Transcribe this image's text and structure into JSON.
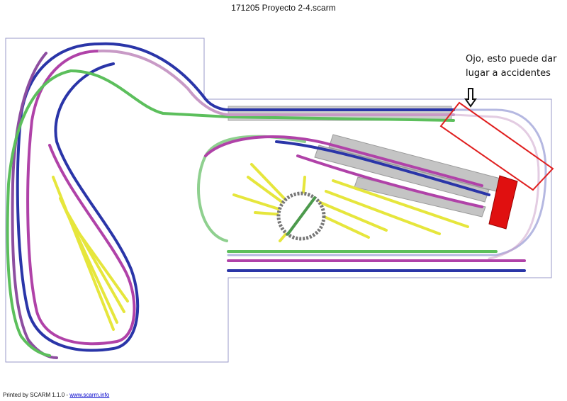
{
  "title": "171205 Proyecto 2-4.scarm",
  "annotation": {
    "line1": "Ojo, esto puede dar",
    "line2": "lugar a accidentes"
  },
  "footer": {
    "prefix": "Printed by SCARM 1.1.0 - ",
    "link": "www.scarm.info"
  },
  "colors": {
    "blue_track": "#2a35a8",
    "magenta_track": "#b042a8",
    "green_track": "#5cbf5c",
    "yellow_track": "#e6e63c",
    "platform_gray": "#bdbdbd",
    "warning_box": "#e02020",
    "building_red": "#e01010",
    "table_outline": "#9a9ac8"
  },
  "icons": {
    "arrow": "down-arrow-icon",
    "turntable": "turntable-icon"
  }
}
